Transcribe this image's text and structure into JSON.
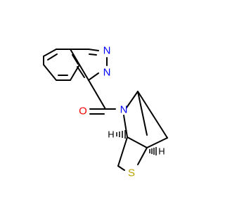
{
  "figure": {
    "type": "chemical-structure",
    "colors": {
      "bond": "#000000",
      "nitrogen": "#0000ff",
      "oxygen": "#ff0000",
      "sulfur": "#b8a000",
      "carbon_label": "#000000",
      "background": "#ffffff"
    },
    "atoms": {
      "n1": "N",
      "n2": "N",
      "o1": "O",
      "n3": "N",
      "s1": "S",
      "h1": "H",
      "h2": "H"
    }
  }
}
